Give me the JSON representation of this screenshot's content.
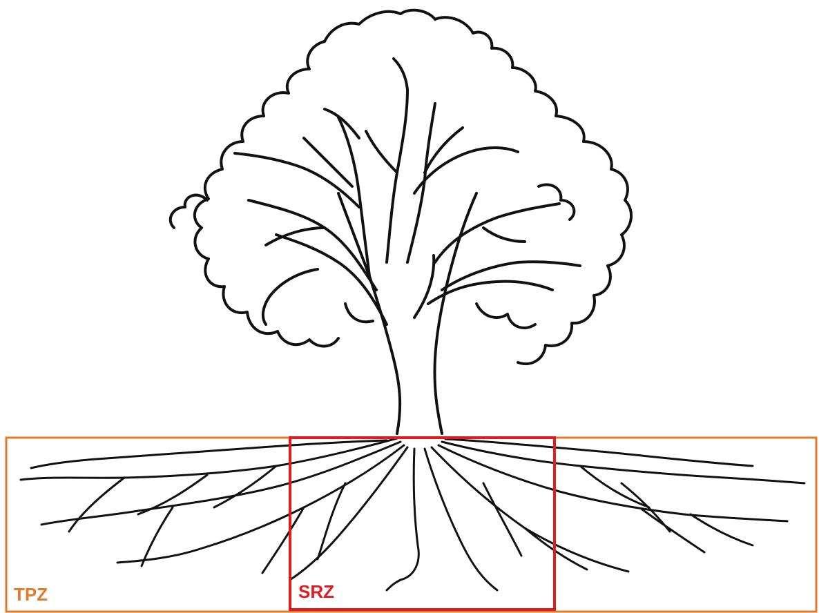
{
  "diagram": {
    "zones": [
      {
        "id": "tpz",
        "label": "TPZ",
        "color": "#e07b2e"
      },
      {
        "id": "srz",
        "label": "SRZ",
        "color": "#e01b22"
      }
    ],
    "line_color": "#111111"
  }
}
